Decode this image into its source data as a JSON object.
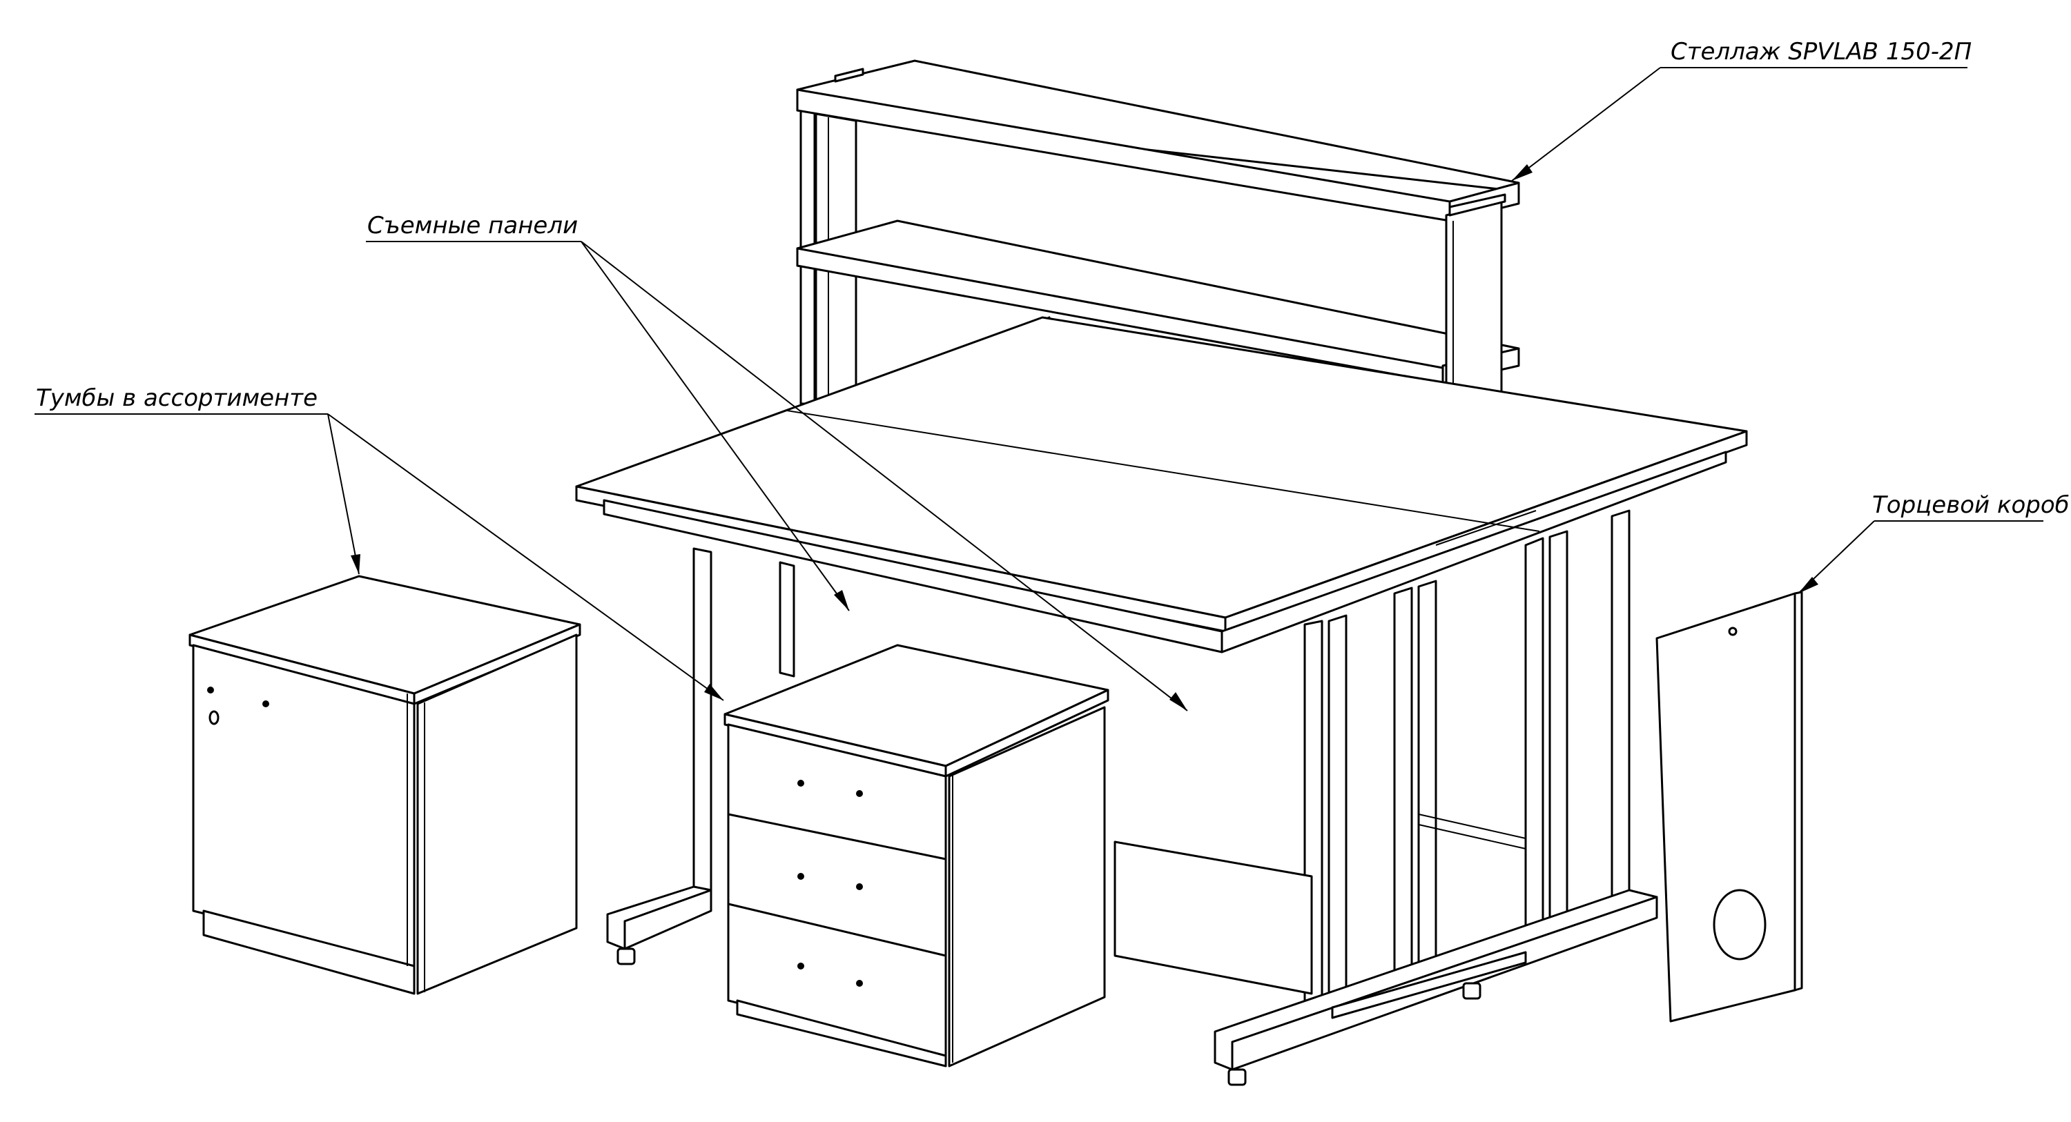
{
  "callouts": {
    "rack": "Стеллаж SPVLAB 150-2П",
    "panels": "Съемные панели",
    "cabinets": "Тумбы в ассортименте",
    "end_box": "Торцевой короб"
  },
  "colors": {
    "ink": "#000000",
    "paper": "#ffffff"
  }
}
